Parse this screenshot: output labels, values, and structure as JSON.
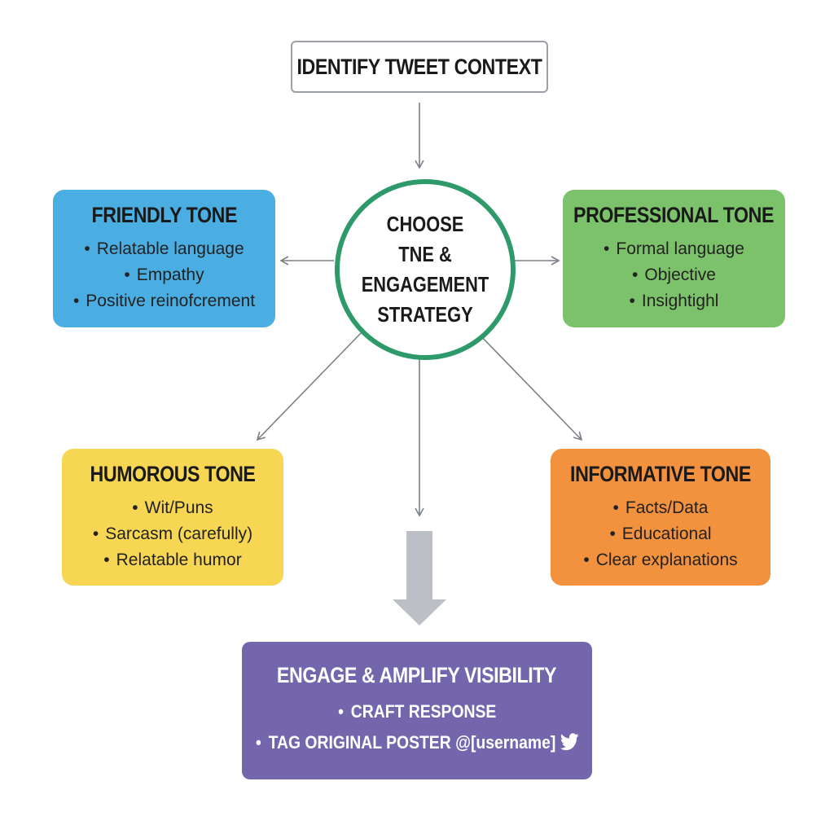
{
  "top": {
    "title": "IDENTIFY TWEET CONTEXT"
  },
  "center": {
    "label": "CHOOSE\nTNE &\nENGAGEMENT\nSTRATEGY"
  },
  "friendly": {
    "title": "FRIENDLY TONE",
    "items": [
      "Relatable language",
      "Empathy",
      "Positive reinofcrement"
    ],
    "color": "#4aaee2"
  },
  "professional": {
    "title": "PROFESSIONAL TONE",
    "items": [
      "Formal language",
      "Objective",
      "Insightighl"
    ],
    "color": "#7cc26a"
  },
  "humorous": {
    "title": "HUMOROUS TONE",
    "items": [
      "Wit/Puns",
      "Sarcasm (carefully)",
      "Relatable humor"
    ],
    "color": "#f7d653"
  },
  "informative": {
    "title": "INFORMATIVE TONE",
    "items": [
      "Facts/Data",
      "Educational",
      "Clear explanations"
    ],
    "color": "#f2913e"
  },
  "engage": {
    "title": "ENGAGE & AMPLIFY VISIBILITY",
    "items": [
      "CRAFT RESPONSE",
      "TAG ORIGINAL POSTER @[username]"
    ],
    "color": "#7466ad",
    "icon": "twitter-bird-icon"
  }
}
